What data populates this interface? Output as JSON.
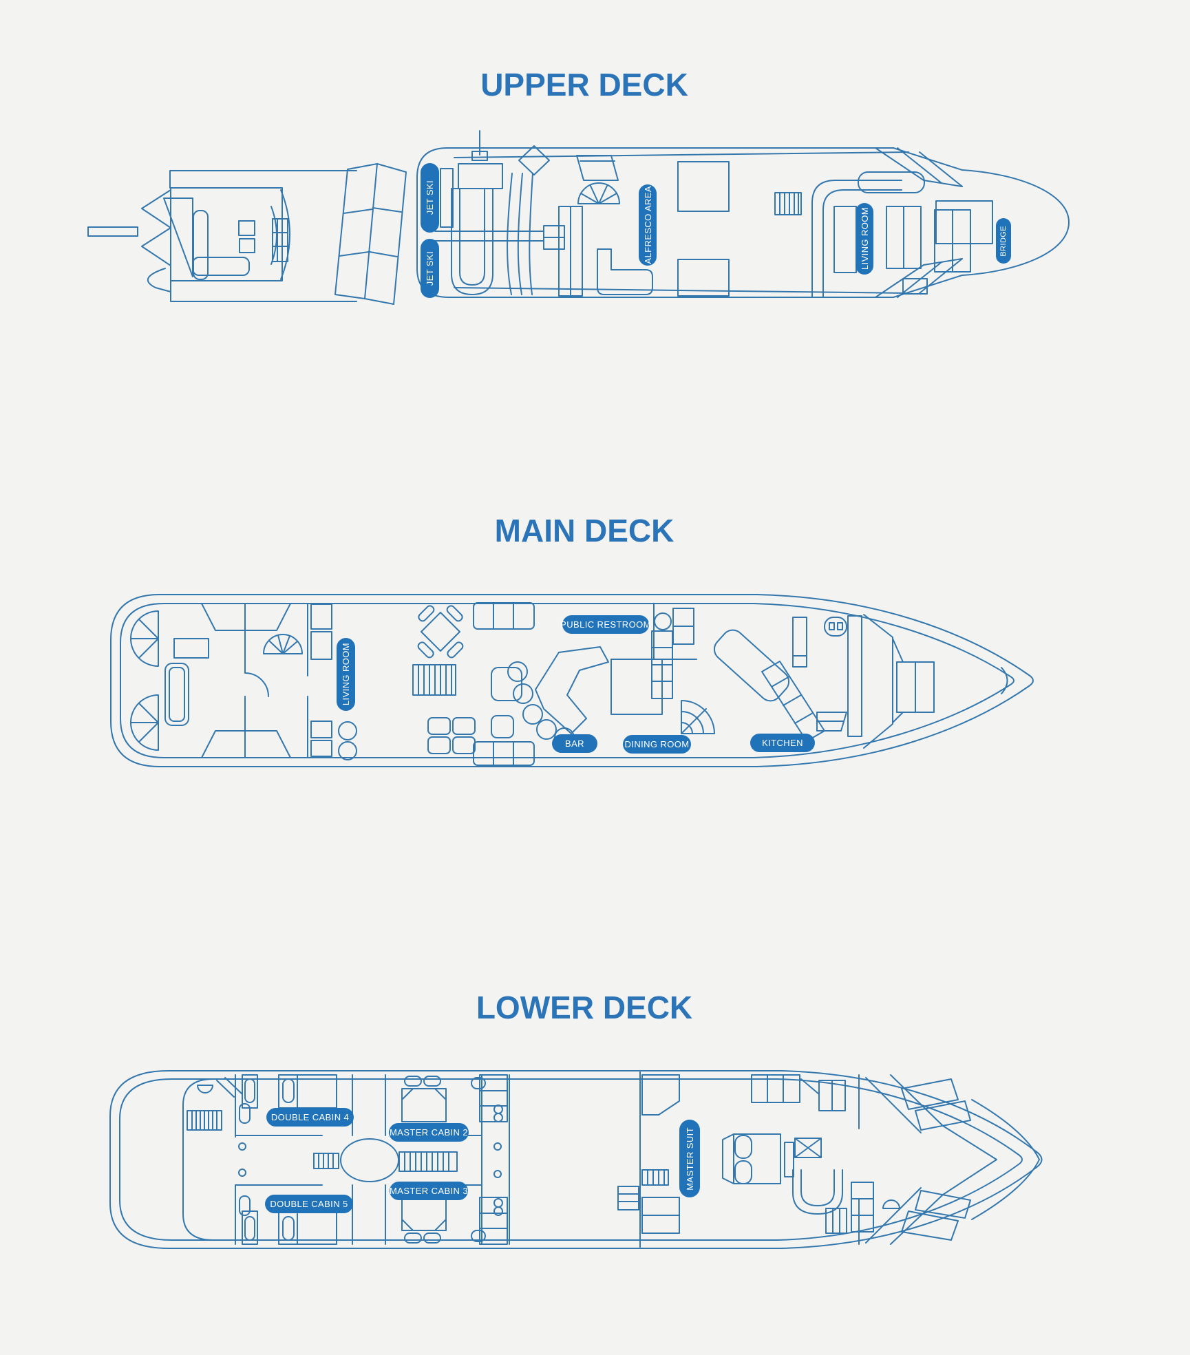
{
  "colors": {
    "background": "#f3f3f2",
    "line": "#3377ad",
    "pill_fill": "#2173b9",
    "pill_text": "#ffffff",
    "title": "#2b74b8"
  },
  "decks": {
    "upper": {
      "title": "UPPER DECK",
      "labels": {
        "jet_ski_1": "JET SKI",
        "jet_ski_2": "JET SKI",
        "alfresco_area": "ALFRESCO AREA",
        "living_room": "LIVING ROOM",
        "bridge": "BRIDGE"
      }
    },
    "main": {
      "title": "MAIN DECK",
      "labels": {
        "living_room": "LIVING ROOM",
        "public_restroom": "PUBLIC RESTROOM",
        "bar": "BAR",
        "dining_room": "DINING ROOM",
        "kitchen": "KITCHEN"
      }
    },
    "lower": {
      "title": "LOWER DECK",
      "labels": {
        "double_cabin_4": "DOUBLE CABIN 4",
        "double_cabin_5": "DOUBLE CABIN 5",
        "master_cabin_2": "MASTER CABIN 2",
        "master_cabin_3": "MASTER CABIN 3",
        "master_suit": "MASTER SUIT"
      }
    }
  }
}
